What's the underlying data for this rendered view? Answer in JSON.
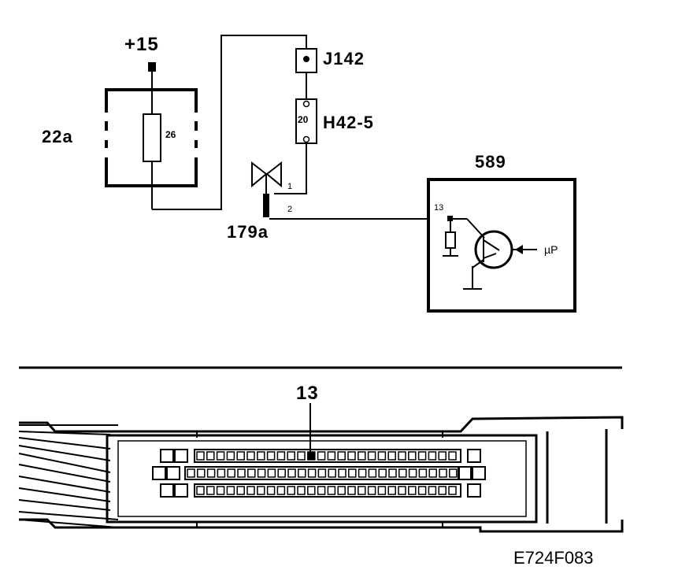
{
  "labels": {
    "supply": "+15",
    "fuse_box": "22a",
    "fuse_rating": "26",
    "connector_j": "J142",
    "connector_h": "H42-5",
    "connector_h_pin": "20",
    "ground_connector": "179a",
    "ground_pin_1": "1",
    "ground_pin_2": "2",
    "module": "589",
    "module_pin": "13",
    "processor": "µP",
    "plug_pin_callout": "13",
    "figure_code": "E724F083"
  }
}
